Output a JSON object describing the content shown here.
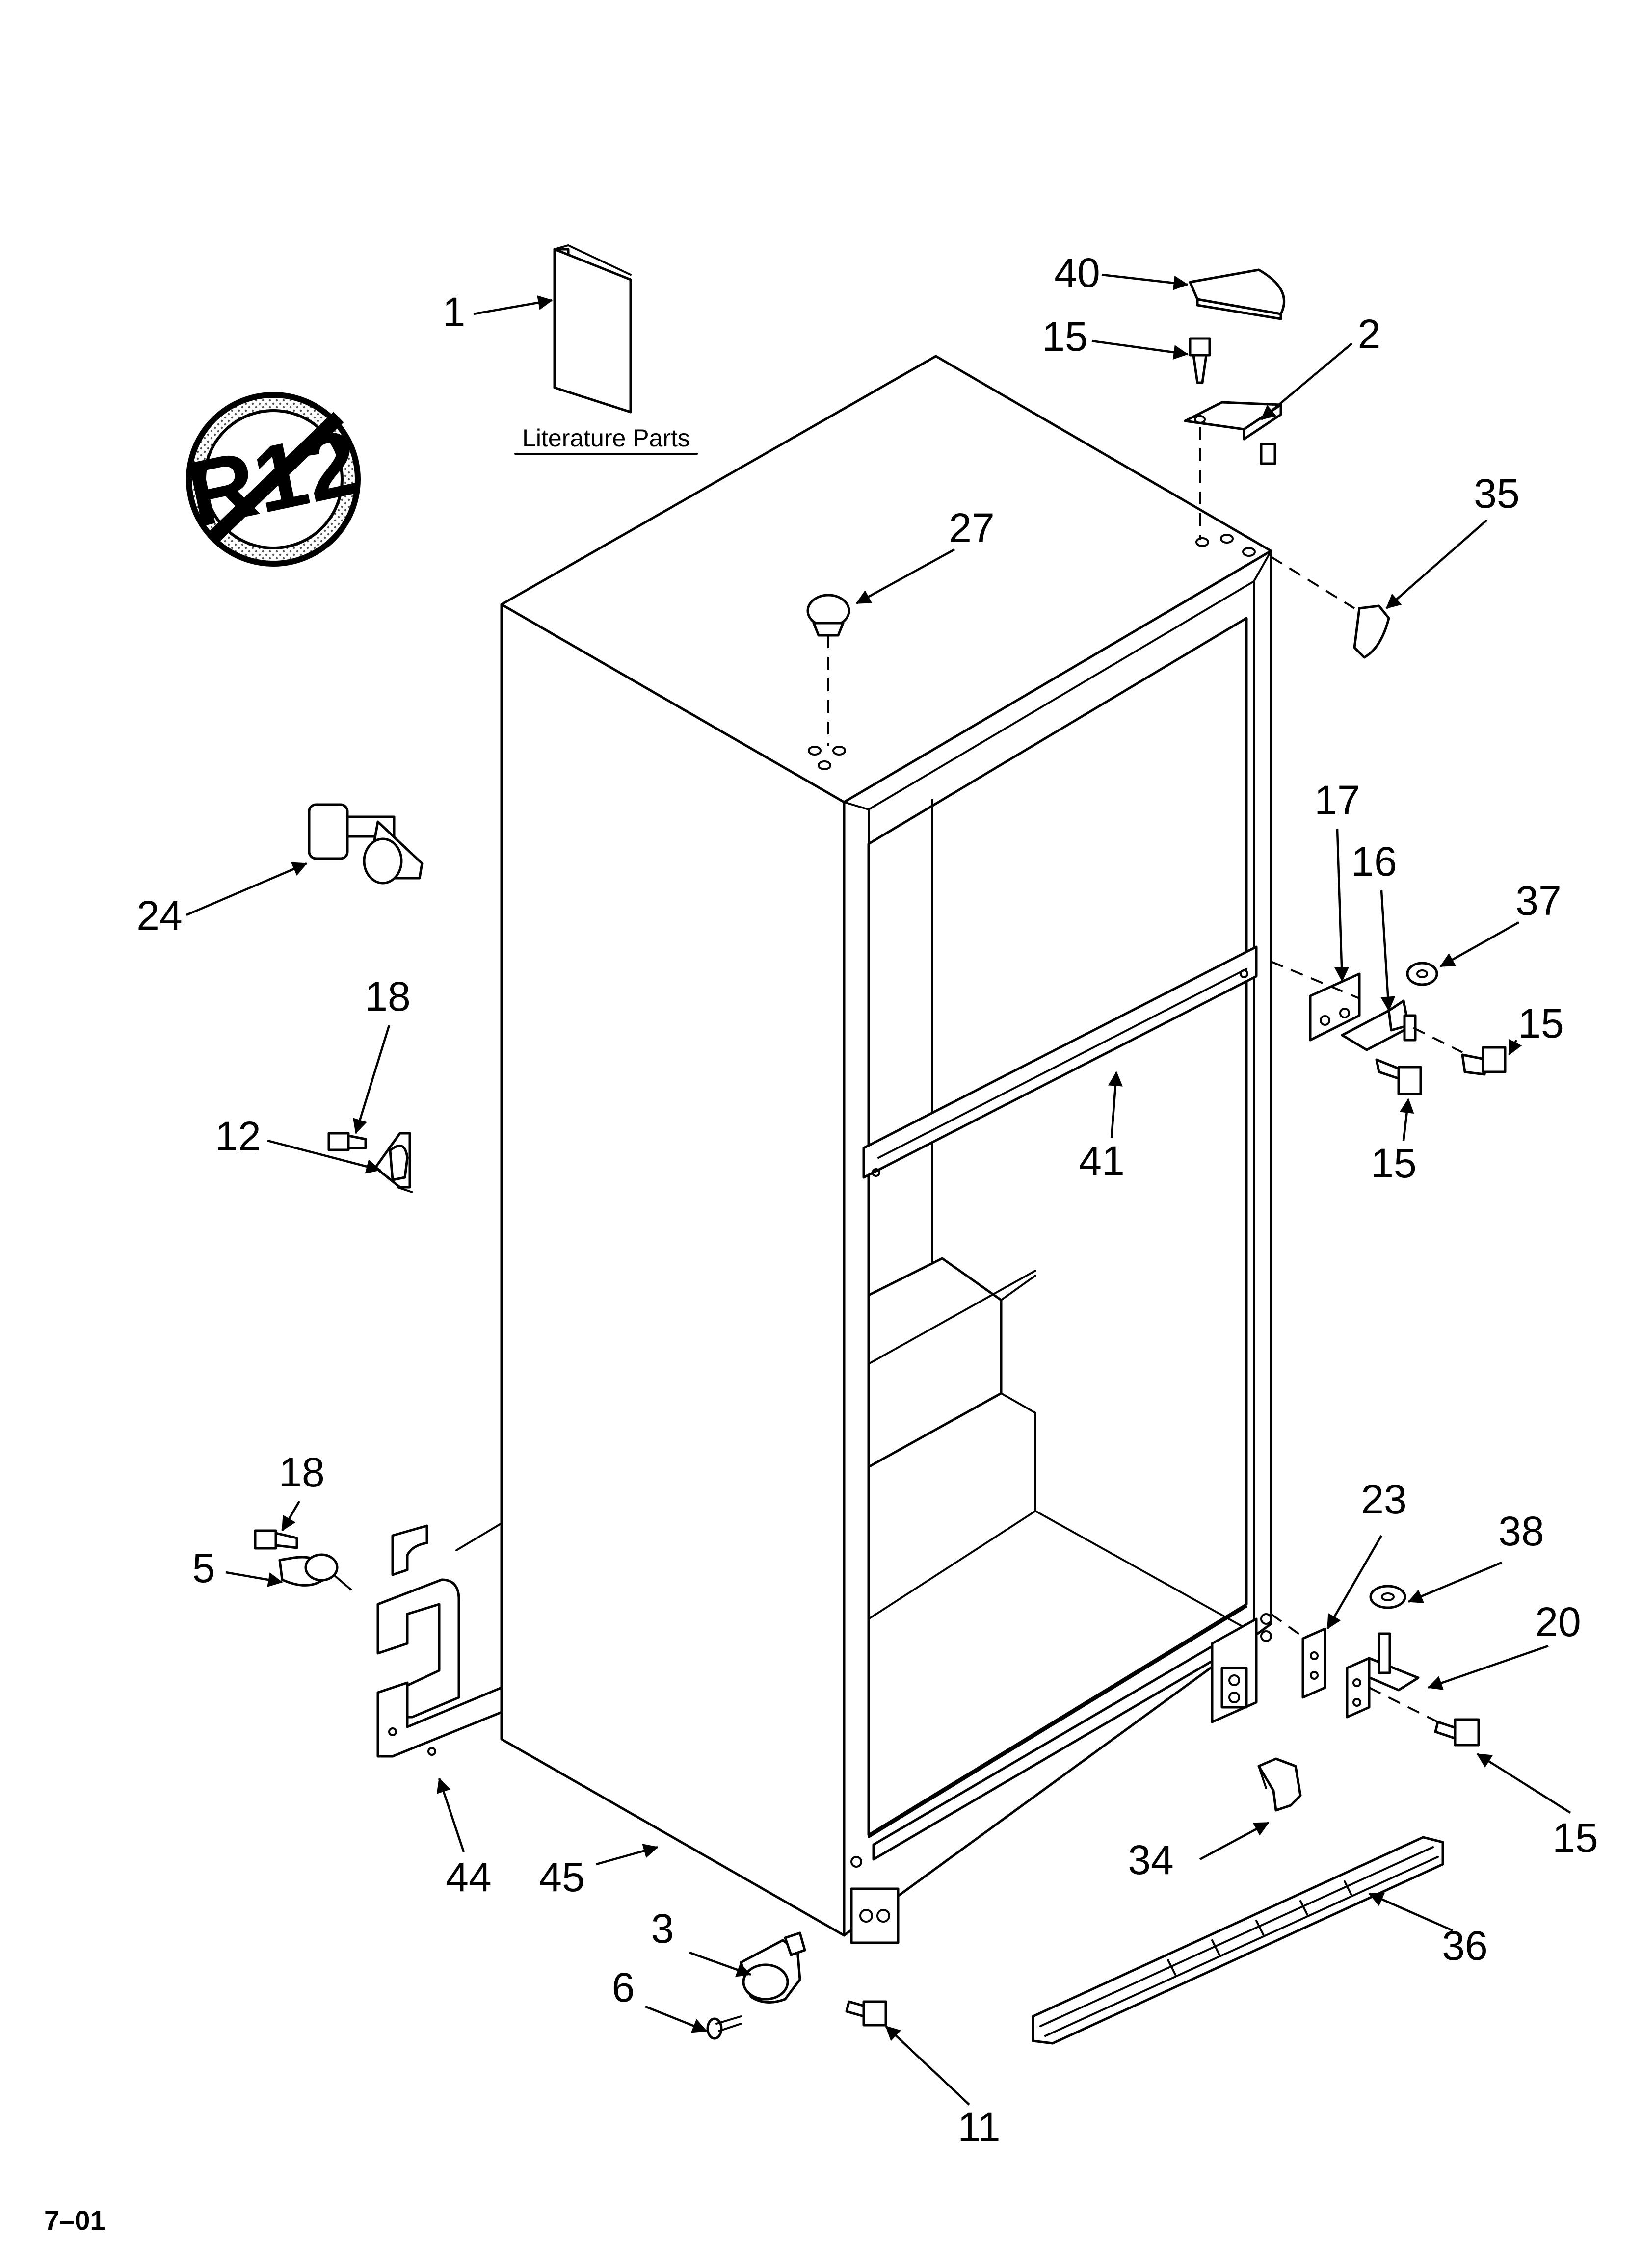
{
  "diagram": {
    "literature_caption": "Literature Parts",
    "no_r12_badge": "R12",
    "revision": "7–01",
    "callouts": {
      "c1": "1",
      "c2": "2",
      "c3": "3",
      "c5": "5",
      "c6": "6",
      "c11": "11",
      "c12": "12",
      "c15a": "15",
      "c15b": "15",
      "c15c": "15",
      "c15d": "15",
      "c16": "16",
      "c17": "17",
      "c18a": "18",
      "c18b": "18",
      "c20": "20",
      "c23": "23",
      "c24": "24",
      "c27": "27",
      "c34": "34",
      "c35": "35",
      "c36": "36",
      "c37": "37",
      "c38": "38",
      "c40": "40",
      "c41": "41",
      "c44": "44",
      "c45": "45"
    }
  }
}
